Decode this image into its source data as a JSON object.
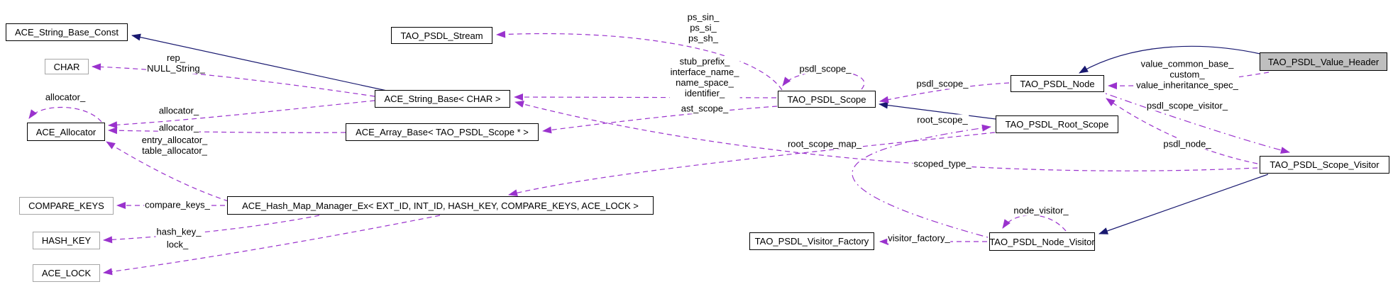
{
  "diagram": {
    "type": "doxygen-collaboration-graph",
    "focus_class": "TAO_PSDL_Value_Header",
    "colors": {
      "inheritance_arrow": "#191970",
      "usage_arrow": "#9a32cd",
      "focus_node_fill": "#bfbfbf",
      "node_border": "#000000",
      "template_param_border": "#a6a6a6",
      "background": "#ffffff"
    },
    "nodes": [
      {
        "label": "ACE_String_Base_Const"
      },
      {
        "label": "CHAR"
      },
      {
        "label": "ACE_Allocator"
      },
      {
        "label": "COMPARE_KEYS"
      },
      {
        "label": "HASH_KEY"
      },
      {
        "label": "ACE_LOCK"
      },
      {
        "label": "TAO_PSDL_Stream"
      },
      {
        "label": "ACE_String_Base< CHAR >"
      },
      {
        "label": "ACE_Array_Base< TAO_PSDL_Scope * >"
      },
      {
        "label": "ACE_Hash_Map_Manager_Ex< EXT_ID, INT_ID, HASH_KEY, COMPARE_KEYS, ACE_LOCK >"
      },
      {
        "label": "TAO_PSDL_Scope"
      },
      {
        "label": "TAO_PSDL_Node"
      },
      {
        "label": "TAO_PSDL_Root_Scope"
      },
      {
        "label": "TAO_PSDL_Value_Header"
      },
      {
        "label": "TAO_PSDL_Scope_Visitor"
      },
      {
        "label": "TAO_PSDL_Visitor_Factory"
      },
      {
        "label": "TAO_PSDL_Node_Visitor"
      }
    ],
    "edges": [
      {
        "from": "ACE_String_Base< CHAR >",
        "to": "ACE_String_Base_Const",
        "style": "solid-inheritance",
        "label": ""
      },
      {
        "from": "TAO_PSDL_Root_Scope",
        "to": "TAO_PSDL_Scope",
        "style": "solid-inheritance",
        "label": ""
      },
      {
        "from": "TAO_PSDL_Value_Header",
        "to": "TAO_PSDL_Node",
        "style": "solid-inheritance",
        "label": ""
      },
      {
        "from": "TAO_PSDL_Scope_Visitor",
        "to": "TAO_PSDL_Node_Visitor",
        "style": "solid-inheritance",
        "label": ""
      },
      {
        "from": "ACE_String_Base< CHAR >",
        "to": "CHAR",
        "style": "dashed-usage",
        "label": "rep_\nNULL_String_"
      },
      {
        "from": "ACE_Allocator",
        "to": "ACE_Allocator",
        "style": "dashed-usage",
        "label": "allocator_"
      },
      {
        "from": "ACE_String_Base< CHAR >",
        "to": "ACE_Allocator",
        "style": "dashed-usage",
        "label": "allocator_"
      },
      {
        "from": "ACE_Array_Base< TAO_PSDL_Scope * >",
        "to": "ACE_Allocator",
        "style": "dashed-usage",
        "label": "allocator_"
      },
      {
        "from": "ACE_Hash_Map_Manager_Ex",
        "to": "ACE_Allocator",
        "style": "dashed-usage",
        "label": "entry_allocator_\ntable_allocator_"
      },
      {
        "from": "ACE_Hash_Map_Manager_Ex",
        "to": "COMPARE_KEYS",
        "style": "dashed-usage",
        "label": "compare_keys_"
      },
      {
        "from": "ACE_Hash_Map_Manager_Ex",
        "to": "HASH_KEY",
        "style": "dashed-usage",
        "label": "hash_key_"
      },
      {
        "from": "ACE_Hash_Map_Manager_Ex",
        "to": "ACE_LOCK",
        "style": "dashed-usage",
        "label": "lock_"
      },
      {
        "from": "TAO_PSDL_Scope",
        "to": "TAO_PSDL_Stream",
        "style": "dashed-usage",
        "label": "ps_sin_\nps_si_\nps_sh_"
      },
      {
        "from": "TAO_PSDL_Scope",
        "to": "ACE_String_Base< CHAR >",
        "style": "dashed-usage",
        "label": "stub_prefix_\ninterface_name_\nname_space_\nidentifier_"
      },
      {
        "from": "TAO_PSDL_Scope",
        "to": "ACE_Array_Base< TAO_PSDL_Scope * >",
        "style": "dashed-usage",
        "label": "ast_scope_"
      },
      {
        "from": "TAO_PSDL_Scope",
        "to": "TAO_PSDL_Scope",
        "style": "dashed-usage",
        "label": "psdl_scope_"
      },
      {
        "from": "TAO_PSDL_Node",
        "to": "TAO_PSDL_Scope",
        "style": "dashed-usage",
        "label": "psdl_scope_"
      },
      {
        "from": "TAO_PSDL_Node_Visitor",
        "to": "TAO_PSDL_Root_Scope",
        "style": "dashed-usage",
        "label": "root_scope_"
      },
      {
        "from": "TAO_PSDL_Root_Scope",
        "to": "ACE_Hash_Map_Manager_Ex",
        "style": "dashed-usage",
        "label": "root_scope_map_"
      },
      {
        "from": "TAO_PSDL_Scope_Visitor",
        "to": "ACE_String_Base< CHAR >",
        "style": "dashed-usage",
        "label": "scoped_type_"
      },
      {
        "from": "TAO_PSDL_Value_Header",
        "to": "TAO_PSDL_Node",
        "style": "dashed-usage",
        "label": "value_common_base_\ncustom_\nvalue_inheritance_spec_"
      },
      {
        "from": "TAO_PSDL_Node",
        "to": "TAO_PSDL_Scope_Visitor",
        "style": "dashed-usage",
        "label": "psdl_scope_visitor_"
      },
      {
        "from": "TAO_PSDL_Scope_Visitor",
        "to": "TAO_PSDL_Node",
        "style": "dashed-usage",
        "label": "psdl_node_"
      },
      {
        "from": "TAO_PSDL_Node_Visitor",
        "to": "TAO_PSDL_Node_Visitor",
        "style": "dashed-usage",
        "label": "node_visitor_"
      },
      {
        "from": "TAO_PSDL_Node_Visitor",
        "to": "TAO_PSDL_Visitor_Factory",
        "style": "dashed-usage",
        "label": "visitor_factory_"
      }
    ]
  }
}
